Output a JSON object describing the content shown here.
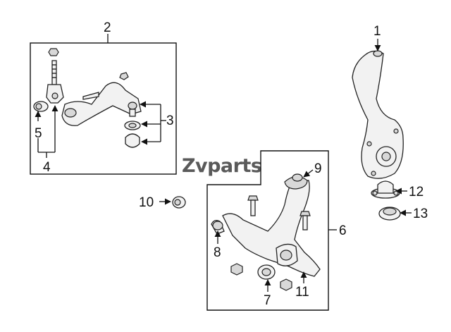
{
  "watermark": {
    "prefix": "Z",
    "text": "vparts"
  },
  "callouts": {
    "c1": "1",
    "c2": "2",
    "c3": "3",
    "c4": "4",
    "c5": "5",
    "c6": "6",
    "c7": "7",
    "c8": "8",
    "c9": "9",
    "c10": "10",
    "c11": "11",
    "c12": "12",
    "c13": "13"
  }
}
